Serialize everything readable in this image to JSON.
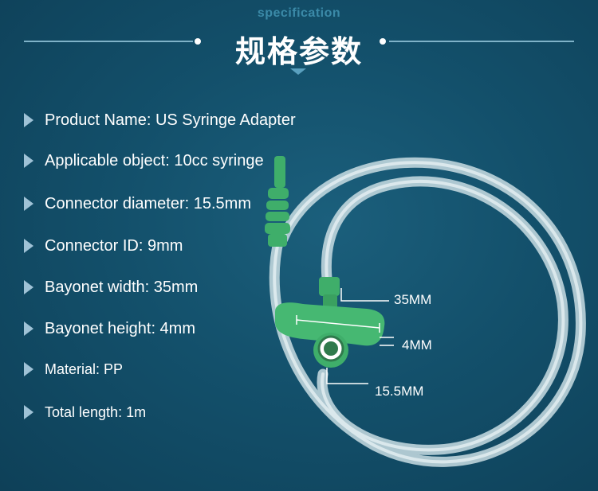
{
  "header": {
    "subtitle": "specification",
    "title": "规格参数"
  },
  "specs": [
    {
      "text": "Product Name: US Syringe Adapter"
    },
    {
      "text": "Applicable object: 10cc syringe"
    },
    {
      "text": "Connector diameter: 15.5mm"
    },
    {
      "text": "Connector ID: 9mm"
    },
    {
      "text": "Bayonet width: 35mm"
    },
    {
      "text": "Bayonet height: 4mm"
    },
    {
      "text": "Material: PP"
    },
    {
      "text": "Total length: 1m"
    }
  ],
  "dimensions": {
    "width_label": "35MM",
    "height_label": "4MM",
    "diameter_label": "15.5MM"
  },
  "colors": {
    "background": "#13506b",
    "adapter_green": "#3fae6a",
    "tube": "#d9e6ea"
  }
}
